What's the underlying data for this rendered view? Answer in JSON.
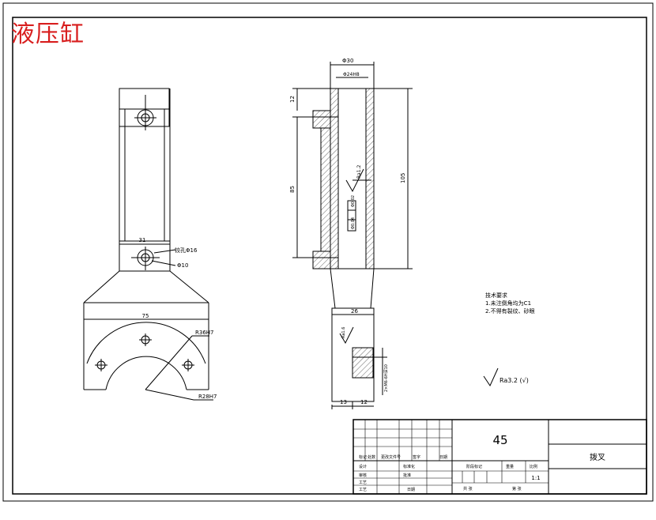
{
  "watermark": "液压缸",
  "front_view": {
    "dim_width": "31",
    "dim_bore": "铰孔Φ16",
    "dim_hole": "Φ10",
    "dim_base_width": "75",
    "dim_r_outer": "R36H7",
    "dim_r_inner": "R28H7"
  },
  "side_view": {
    "dim_top_outer": "Φ30",
    "dim_top_inner": "Φ24H8",
    "dim_12": "12",
    "dim_height_inner": "85",
    "dim_height_total": "105",
    "roughness_mark": "Ra1.2",
    "gdt_1": "Φ0.02",
    "gdt_2": "Φ0.04",
    "dim_stem": "26",
    "roughness_mark_2": "Ra1.6",
    "dim_thread": "2×M6-6H深10",
    "dim_bottom_left": "13",
    "dim_bottom_right": "12"
  },
  "tech_notes": {
    "title": "技术要求",
    "line1": "1.未注倒角均为C1",
    "line2": "2.不得有裂纹、砂眼"
  },
  "roughness_general": "Ra3.2 (√)",
  "title_block": {
    "material": "45",
    "part_name": "拨叉",
    "scale": "1:1",
    "row_labels": [
      "标记",
      "处数",
      "更改文件号",
      "签字",
      "日期"
    ],
    "design": "设计",
    "check": "审核",
    "process": "工艺",
    "standard": "标准化",
    "approve": "批准",
    "date": "日期",
    "stage_mark": "阶段标记",
    "weight": "重量",
    "ratio": "比例",
    "sheets_total": "共 张",
    "sheet_no": "第 张"
  }
}
